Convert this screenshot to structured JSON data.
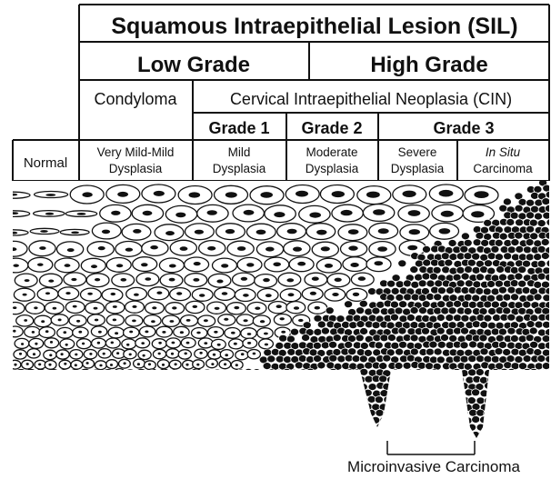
{
  "header": {
    "title": "Squamous Intraepithelial Lesion (SIL)",
    "low_grade": "Low Grade",
    "high_grade": "High Grade"
  },
  "classification": {
    "condyloma": "Condyloma",
    "cin": "Cervical Intraepithelial Neoplasia (CIN)",
    "grade1": "Grade 1",
    "grade2": "Grade 2",
    "grade3": "Grade 3"
  },
  "stages": {
    "normal": "Normal",
    "very_mild_line1": "Very Mild-Mild",
    "very_mild_line2": "Dysplasia",
    "mild_line1": "Mild",
    "mild_line2": "Dysplasia",
    "moderate_line1": "Moderate",
    "moderate_line2": "Dysplasia",
    "severe_line1": "Severe",
    "severe_line2": "Dysplasia",
    "insitu_line1": "In Situ",
    "insitu_line2": "Carcinoma"
  },
  "footer": {
    "microinvasive": "Microinvasive Carcinoma"
  },
  "colors": {
    "ink": "#111111",
    "paper": "#ffffff"
  }
}
